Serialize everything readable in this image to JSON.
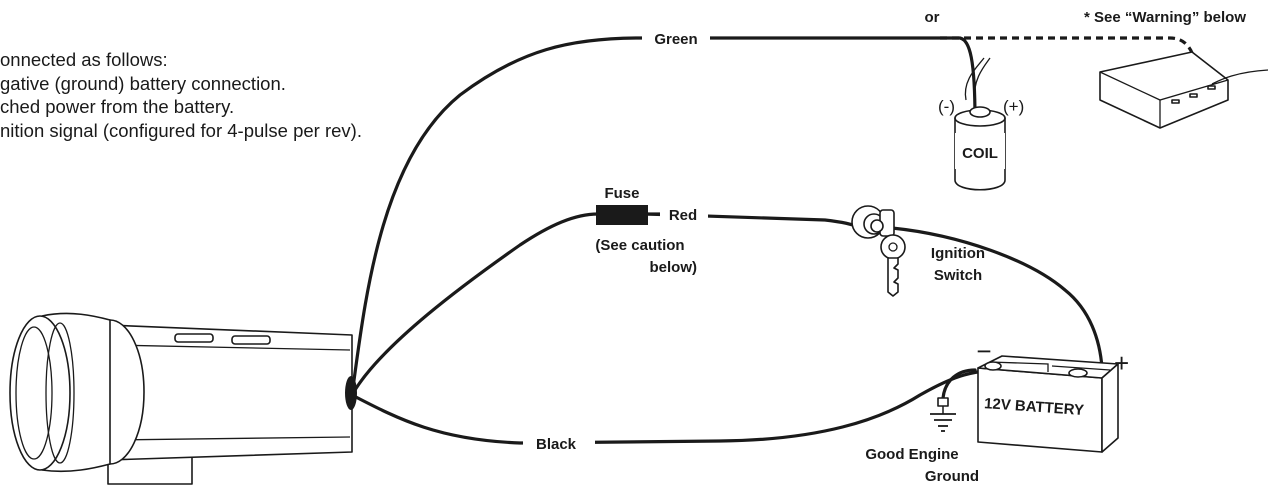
{
  "intro": {
    "lines": [
      "onnected as follows:",
      "gative (ground) battery connection.",
      "ched power from the battery.",
      "nition signal (configured for 4-pulse per rev)."
    ]
  },
  "labels": {
    "green": "Green",
    "or": "or",
    "warning": "* See “Warning” below",
    "coil_neg": "(-)",
    "coil_pos": "(+)",
    "coil": "COIL",
    "fuse": "Fuse",
    "red": "Red",
    "caution_1": "(See caution",
    "caution_2": "below)",
    "ignition_1": "Ignition",
    "ignition_2": "Switch",
    "battery": "12V BATTERY",
    "minus": "−",
    "plus": "+",
    "black": "Black",
    "ground_1": "Good Engine",
    "ground_2": "Ground"
  },
  "colors": {
    "ink": "#1a1a1a",
    "background": "#ffffff"
  }
}
